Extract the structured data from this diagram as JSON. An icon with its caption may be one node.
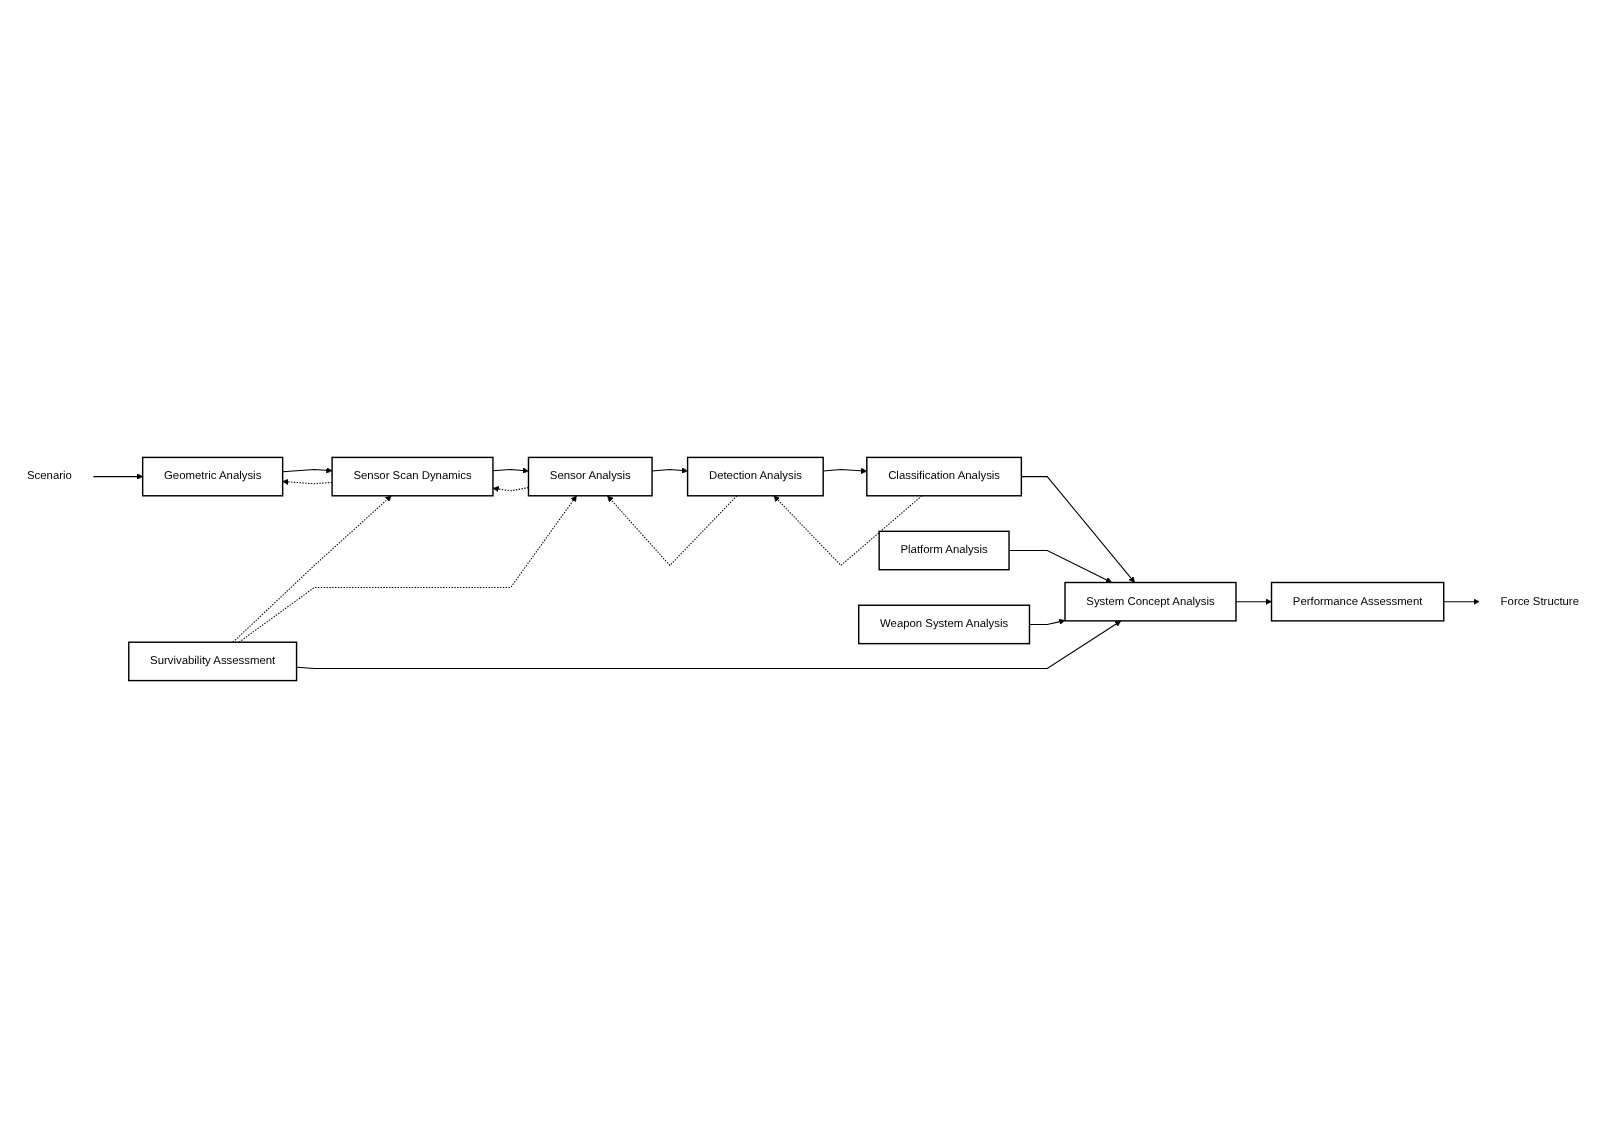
{
  "diagram": {
    "nodes": [
      {
        "text": [
          "Scenario"
        ]
      },
      {
        "text": [
          "Geometric Analysis"
        ]
      },
      {
        "text": [
          "Sensor Scan Dynamics"
        ]
      },
      {
        "text": [
          "Sensor Analysis"
        ]
      },
      {
        "text": [
          "Detection Analysis"
        ]
      },
      {
        "text": [
          "Survivability Assessment"
        ]
      },
      {
        "text": [
          "Classification Analysis"
        ]
      },
      {
        "text": [
          "Platform Analysis"
        ]
      },
      {
        "text": [
          "System Concept Analysis"
        ]
      },
      {
        "text": [
          "Weapon System Analysis"
        ]
      },
      {
        "text": [
          "Performance Assessment"
        ]
      },
      {
        "text": [
          "Force Structure"
        ]
      }
    ],
    "edges": [
      {
        "from": 0,
        "to": 1,
        "arrow": "to"
      },
      {
        "from": 1,
        "to": 2,
        "arrow": "to"
      },
      {
        "from": 2,
        "to": 1,
        "arrow": "to",
        "style": "dashed"
      },
      {
        "from": 2,
        "to": 3,
        "arrow": "to"
      },
      {
        "from": 3,
        "to": 2,
        "arrow": "to",
        "style": "dashed"
      },
      {
        "from": 3,
        "to": 4,
        "arrow": "to"
      },
      {
        "from": 4,
        "to": 3,
        "arrow": "to",
        "style": "dashed"
      },
      {
        "from": 4,
        "to": 6,
        "arrow": "to"
      },
      {
        "from": 6,
        "to": 4,
        "arrow": "to",
        "style": "dashed"
      },
      {
        "from": 5,
        "to": 2,
        "arrow": "to",
        "style": "dashed"
      },
      {
        "from": 5,
        "to": 3,
        "arrow": "to",
        "style": "dashed"
      },
      {
        "from": 6,
        "to": 8,
        "arrow": "to"
      },
      {
        "from": 5,
        "to": 8,
        "arrow": "to"
      },
      {
        "from": 7,
        "to": 8,
        "arrow": "to"
      },
      {
        "from": 9,
        "to": 8,
        "arrow": "to"
      },
      {
        "from": 8,
        "to": 10,
        "arrow": "to"
      },
      {
        "from": 10,
        "to": 11,
        "arrow": "to"
      }
    ]
  }
}
